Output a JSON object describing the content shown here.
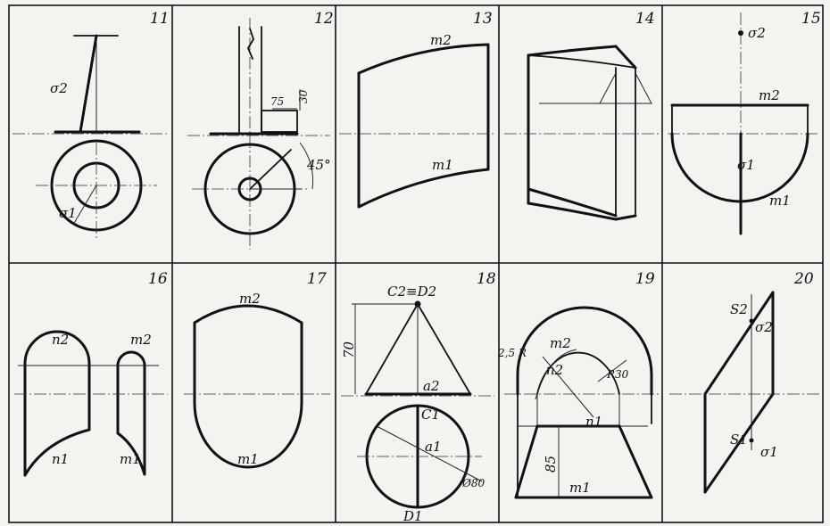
{
  "panels": [
    {
      "number": "11",
      "labels": [
        "σ2",
        "σ1"
      ]
    },
    {
      "number": "12",
      "labels": [
        "75",
        "30",
        "45°"
      ]
    },
    {
      "number": "13",
      "labels": [
        "m2",
        "m1"
      ]
    },
    {
      "number": "14",
      "labels": []
    },
    {
      "number": "15",
      "labels": [
        "σ2",
        "m2",
        "σ1",
        "m1"
      ]
    },
    {
      "number": "16",
      "labels": [
        "n2",
        "m2",
        "n1",
        "m1"
      ]
    },
    {
      "number": "17",
      "labels": [
        "m2",
        "m1"
      ]
    },
    {
      "number": "18",
      "labels": [
        "C2≡D2",
        "70",
        "a2",
        "C1",
        "a1",
        "Ø80",
        "D1"
      ]
    },
    {
      "number": "19",
      "labels": [
        "2,5 R",
        "m2",
        "n2",
        "R30",
        "n1",
        "85",
        "m1"
      ]
    },
    {
      "number": "20",
      "labels": [
        "S2",
        "σ2",
        "S1",
        "σ1"
      ]
    }
  ]
}
